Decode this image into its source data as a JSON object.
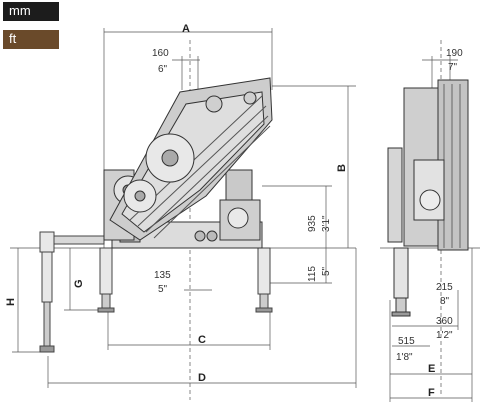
{
  "units": {
    "mm": "mm",
    "ft": "ft"
  },
  "letters": {
    "A": "A",
    "B": "B",
    "C": "C",
    "D": "D",
    "E": "E",
    "F": "F",
    "G": "G",
    "H": "H"
  },
  "dims": {
    "d160_mm": "160",
    "d160_ft": "6\"",
    "d190_mm": "190",
    "d190_ft": "7\"",
    "d935_mm": "935",
    "d935_ft": "3'1\"",
    "d115_mm": "115",
    "d115_ft": "5\"",
    "d135_mm": "135",
    "d135_ft": "5\"",
    "d215_mm": "215",
    "d215_ft": "8\"",
    "d360_mm": "360",
    "d360_ft": "1'2\"",
    "d515_mm": "515",
    "d515_ft": "1'8\""
  }
}
